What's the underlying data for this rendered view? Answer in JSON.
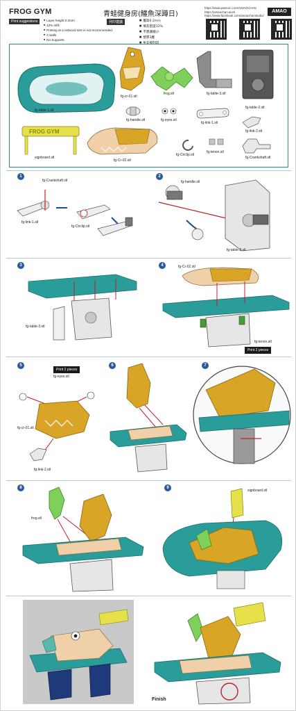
{
  "header": {
    "title": "FROG GYM",
    "title_cn": "青蛙健身房(鱷魚深蹲日)",
    "links": [
      "https://www.patreon.com/AMAOCHAN",
      "https://amaochan.work",
      "https://www.facebook.com/amaochanstudio/"
    ],
    "logo": "AMAO",
    "suggestions_tag": "Print suggestions",
    "suggestions": [
      "Layer height 0.2mm",
      "12% infill",
      "Printing at a reduced size is not recommended.",
      "3 walls",
      "No Supports"
    ],
    "suggestions_tag_cn": "列印建議",
    "suggestions_cn": [
      "層高0.2mm",
      "填充密度12%",
      "不建議縮小",
      "壁厚3層",
      "免支撐列印"
    ]
  },
  "parts": {
    "table1": "fg-table-1.stl",
    "cr01": "fg-cr-01.stl",
    "frog": "frog.stl",
    "table3": "fg-table-3.stl",
    "table2": "fg-table-2.stl",
    "handle": "fg-handle.stl",
    "eyes": "fg-eyes.stl",
    "link1": "fg-link-1.stl",
    "link2": "fg-link-2.stl",
    "signboard": "signboard.stl",
    "cr02": "fg-Cr-02.stl",
    "circlip": "fg-Circlip.stl",
    "tenon": "fg-tenon.stl",
    "crankshaft": "fg-Crankshaft.stl"
  },
  "steps": {
    "s1": {
      "num": "1",
      "labels": [
        "fg-Crankshaft.stl",
        "fg-link-1.stl",
        "fg-Circlip.stl"
      ]
    },
    "s2": {
      "num": "2",
      "labels": [
        "fg-handle.stl",
        "fg-table-2.stl"
      ]
    },
    "s3": {
      "num": "3",
      "labels": [
        "fg-table-3.stl"
      ]
    },
    "s4": {
      "num": "4",
      "labels": [
        "fg-Cr-02.stl",
        "fg-tenon.stl"
      ],
      "print_tag": "Print 2 pieces"
    },
    "s5": {
      "num": "5",
      "labels": [
        "fg-eyes.stl",
        "fg-cr-01.stl",
        "fg-link-2.stl"
      ],
      "print_tag": "Print 2 pieces"
    },
    "s6": {
      "num": "6"
    },
    "s7": {
      "num": "7"
    },
    "s8": {
      "num": "8",
      "labels": [
        "frog.stl"
      ]
    },
    "s9": {
      "num": "9",
      "labels": [
        "signboard.stl"
      ]
    }
  },
  "finish_label": "Finish",
  "colors": {
    "teal": "#2a9d9a",
    "gold": "#d9a526",
    "green": "#7fd05a",
    "grey": "#9a9a9a",
    "cream": "#f0d0a8",
    "yellow": "#e6e04a",
    "step_badge": "#2a5a9a"
  }
}
